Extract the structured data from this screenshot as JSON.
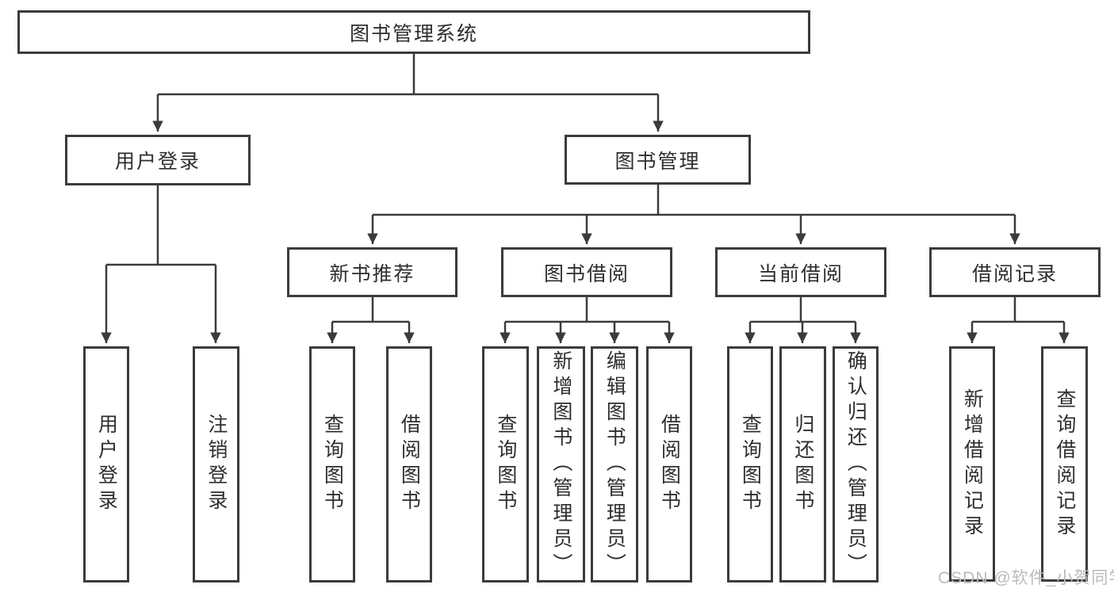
{
  "diagram": {
    "type": "hierarchy-tree",
    "colors": {
      "background": "#ffffff",
      "line": "#3b3b3b",
      "box_border": "#3b3b3b",
      "text": "#2e2e2e",
      "watermark": "#b7bbc2"
    },
    "tree": {
      "root": "图书管理系统",
      "branches": [
        {
          "label": "用户登录",
          "children": [
            "用户登录",
            "注销登录"
          ]
        },
        {
          "label": "图书管理",
          "groups": [
            {
              "label": "新书推荐",
              "children": [
                "查询图书",
                "借阅图书"
              ]
            },
            {
              "label": "图书借阅",
              "children": [
                "查询图书",
                "新增图书（管理员）",
                "编辑图书（管理员）",
                "借阅图书"
              ]
            },
            {
              "label": "当前借阅",
              "children": [
                "查询图书",
                "归还图书",
                "确认归还（管理员）"
              ]
            },
            {
              "label": "借阅记录",
              "children": [
                "新增借阅记录",
                "查询借阅记录"
              ]
            }
          ]
        }
      ]
    },
    "watermark": "CSDN @软件_小贺同学"
  }
}
